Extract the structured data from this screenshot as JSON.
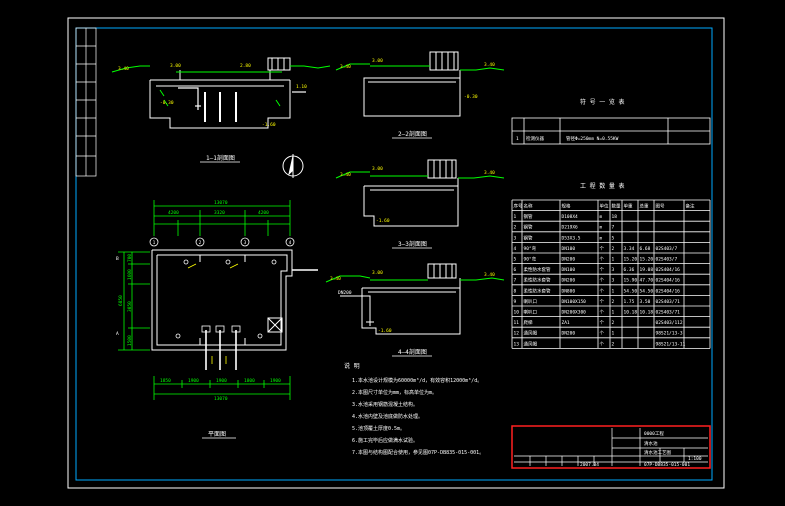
{
  "drawing": {
    "section_titles": {
      "s1": "1—1剖面图",
      "s2": "2—2剖面图",
      "s3": "3—3剖面图",
      "s4": "4—4剖面图",
      "plan": "平面图"
    },
    "side_elev_labels": [
      "3.40",
      "3.40",
      "3.40",
      "3.40"
    ],
    "plan_dims": {
      "top_total": "13070",
      "top_parts": [
        "4200",
        "3320",
        "4200"
      ],
      "bottom_total": "13070",
      "bottom_parts": [
        "1850",
        "1900",
        "1900",
        "1800",
        "1900"
      ],
      "left_total": "6850",
      "left_parts": [
        "700",
        "1600",
        "3050",
        "1500"
      ],
      "axis_labels": [
        "1",
        "2",
        "3",
        "4",
        "A",
        "B"
      ]
    },
    "elevations": {
      "s1": [
        "3.40",
        "3.00",
        "2.80",
        "1.10",
        "-0.30",
        "-1.60"
      ],
      "s2": [
        "3.40",
        "3.00",
        "3.40",
        "-0.30"
      ],
      "s3": [
        "3.40",
        "3.00",
        "3.40",
        "-1.60"
      ],
      "s4": [
        "3.40",
        "3.00",
        "3.40",
        "-1.60",
        "DN200"
      ]
    },
    "notes": {
      "title": "说 明",
      "items": [
        "1.本水池设计规模为60000m³/d，有效容积12000m³/d。",
        "2.本图尺寸单位为mm，标高单位为m。",
        "3.水池采用钢筋混凝土结构。",
        "4.水池内壁及池底做防水处理。",
        "5.池顶覆土厚度0.5m。",
        "6.施工完毕后应做满水试验。",
        "7.本图与结构图配合使用，参见图07P-DB835-015-001。"
      ]
    },
    "legend_table": {
      "title": "符 号 一 览 表",
      "rows": [
        {
          "no": "1",
          "name": "检测仪器",
          "desc": "管径Φ=250mm  N=0.55KW"
        }
      ]
    },
    "materials_table": {
      "title": "工 程 数 量 表",
      "headers": [
        "序号",
        "名称",
        "规格",
        "单位",
        "数量",
        "单重",
        "总重",
        "图号",
        "备注"
      ],
      "rows": [
        {
          "no": "1",
          "name": "钢管",
          "spec": "D108X4",
          "unit": "m",
          "qty": "18",
          "w1": "",
          "w2": "",
          "ref": ""
        },
        {
          "no": "2",
          "name": "钢管",
          "spec": "D219X6",
          "unit": "m",
          "qty": "7",
          "w1": "",
          "w2": "",
          "ref": ""
        },
        {
          "no": "3",
          "name": "钢管",
          "spec": "D53X3.5",
          "unit": "m",
          "qty": "5",
          "w1": "",
          "w2": "",
          "ref": ""
        },
        {
          "no": "4",
          "name": "90°弯",
          "spec": "DN100",
          "unit": "个",
          "qty": "2",
          "w1": "3.34",
          "w2": "6.68",
          "ref": "02S403/7"
        },
        {
          "no": "5",
          "name": "90°弯",
          "spec": "DN200",
          "unit": "个",
          "qty": "1",
          "w1": "15.20",
          "w2": "15.20",
          "ref": "02S403/7"
        },
        {
          "no": "6",
          "name": "柔性防水套管",
          "spec": "DN100",
          "unit": "个",
          "qty": "3",
          "w1": "6.36",
          "w2": "19.08",
          "ref": "02S404/16"
        },
        {
          "no": "7",
          "name": "柔性防水套管",
          "spec": "DN200",
          "unit": "个",
          "qty": "3",
          "w1": "15.90",
          "w2": "47.70",
          "ref": "02S404/16"
        },
        {
          "no": "8",
          "name": "柔性防水套管",
          "spec": "DN800",
          "unit": "个",
          "qty": "1",
          "w1": "54.50",
          "w2": "54.50",
          "ref": "02S404/16"
        },
        {
          "no": "9",
          "name": "喇叭口",
          "spec": "DN100X150",
          "unit": "个",
          "qty": "2",
          "w1": "1.75",
          "w2": "3.50",
          "ref": "02S403/71"
        },
        {
          "no": "10",
          "name": "喇叭口",
          "spec": "DN200X300",
          "unit": "个",
          "qty": "1",
          "w1": "10.18",
          "w2": "10.18",
          "ref": "02S403/71"
        },
        {
          "no": "11",
          "name": "爬梯",
          "spec": "ZA1",
          "unit": "个",
          "qty": "2",
          "w1": "",
          "w2": "",
          "ref": "02S403/112"
        },
        {
          "no": "12",
          "name": "通风帽",
          "spec": "DN200",
          "unit": "个",
          "qty": "1",
          "w1": "",
          "w2": "",
          "ref": "98S21/13-3"
        },
        {
          "no": "13",
          "name": "通风帽",
          "spec": "",
          "unit": "个",
          "qty": "2",
          "w1": "",
          "w2": "",
          "ref": "98S21/13-11"
        }
      ]
    },
    "title_block": {
      "project": "0000工程",
      "subproject": "清水池",
      "drawing_name": "清水池工艺图",
      "scale": "1:100",
      "date": "2007.04",
      "drawing_no": "07P-DB835-015-001"
    }
  }
}
